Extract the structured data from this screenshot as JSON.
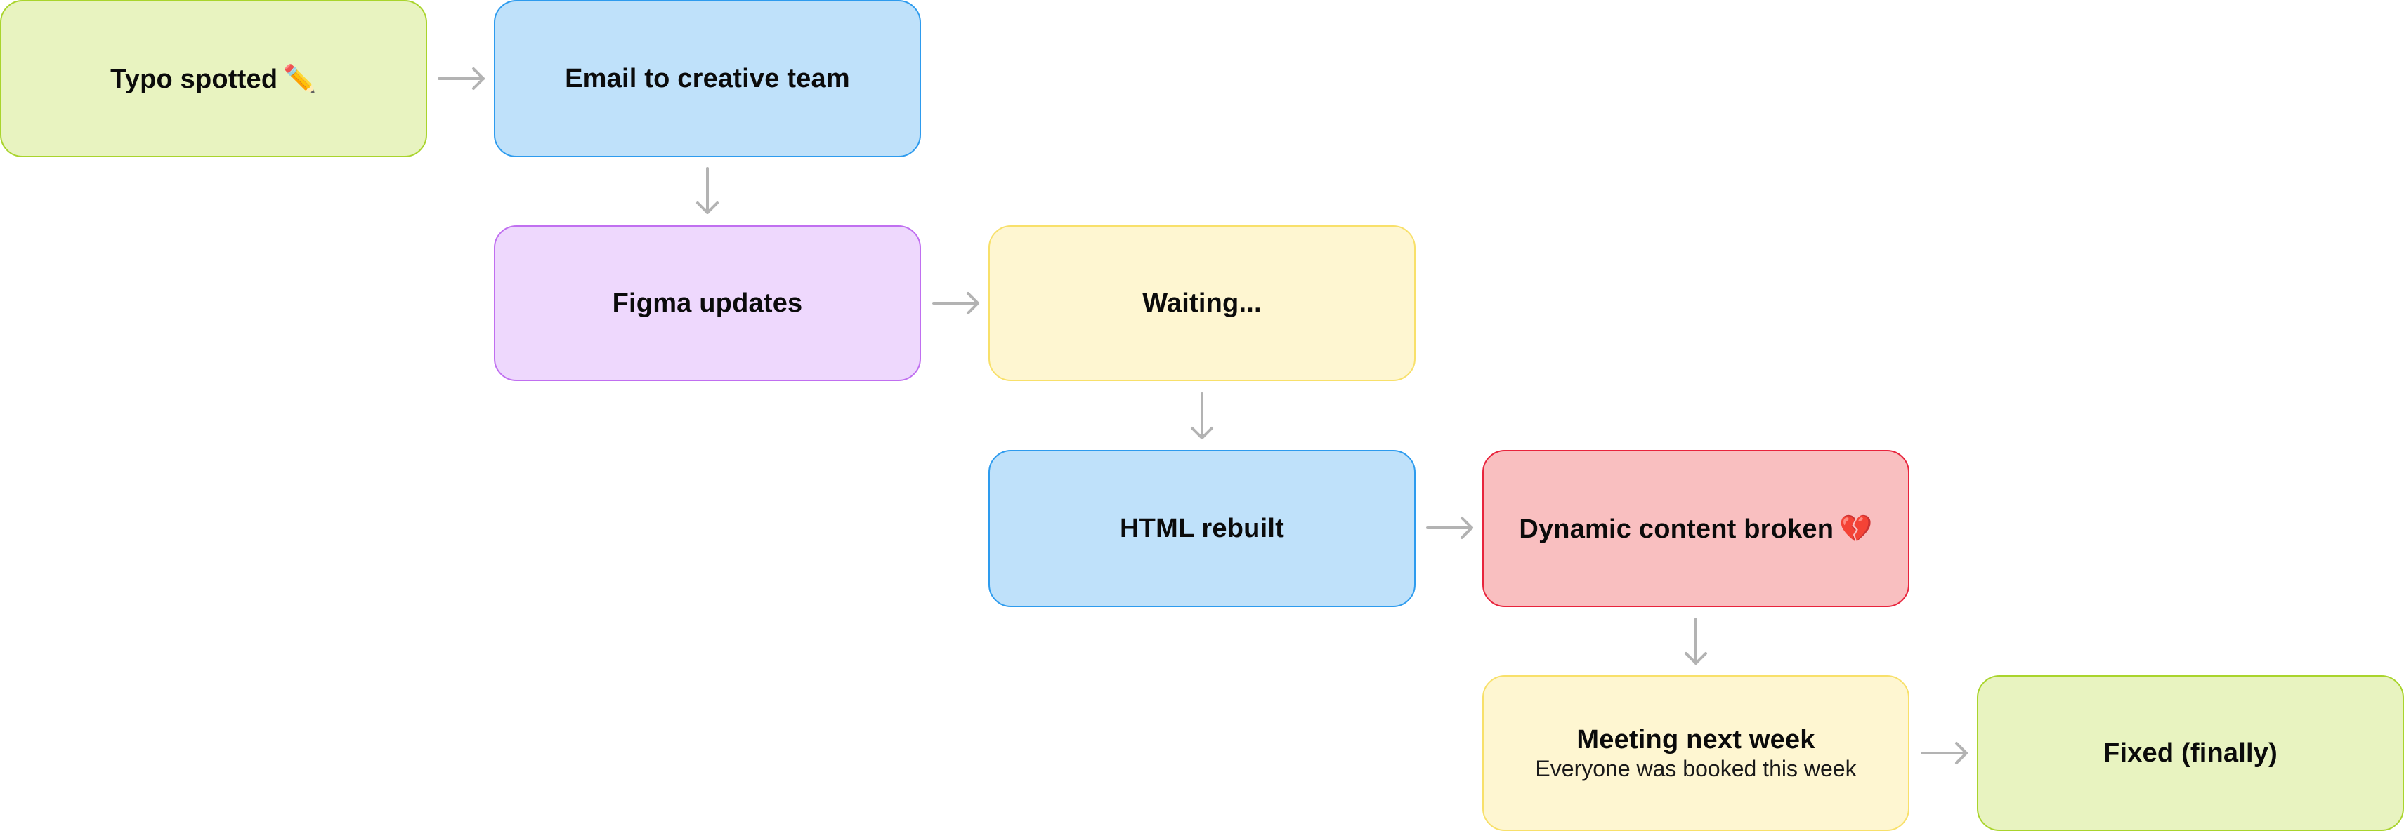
{
  "nodes": [
    {
      "id": "typo-spotted",
      "label": "Typo spotted",
      "emoji": "✏️",
      "color": "green"
    },
    {
      "id": "email-creative",
      "label": "Email to creative team"
    },
    {
      "id": "figma-updates",
      "label": "Figma updates"
    },
    {
      "id": "waiting",
      "label": "Waiting..."
    },
    {
      "id": "html-rebuilt",
      "label": "HTML rebuilt"
    },
    {
      "id": "dynamic-broken",
      "label": "Dynamic content broken",
      "emoji": "💔"
    },
    {
      "id": "meeting-next-week",
      "label": "Meeting next week",
      "sublabel": "Everyone was booked this week"
    },
    {
      "id": "fixed-finally",
      "label": "Fixed (finally)"
    }
  ],
  "colors": {
    "green": "#e8f3c0",
    "blue": "#bfe1fa",
    "purple": "#eed8fd",
    "yellow": "#fef6d1",
    "red": "#f9bfc0",
    "arrow": "#b3b3b3"
  }
}
